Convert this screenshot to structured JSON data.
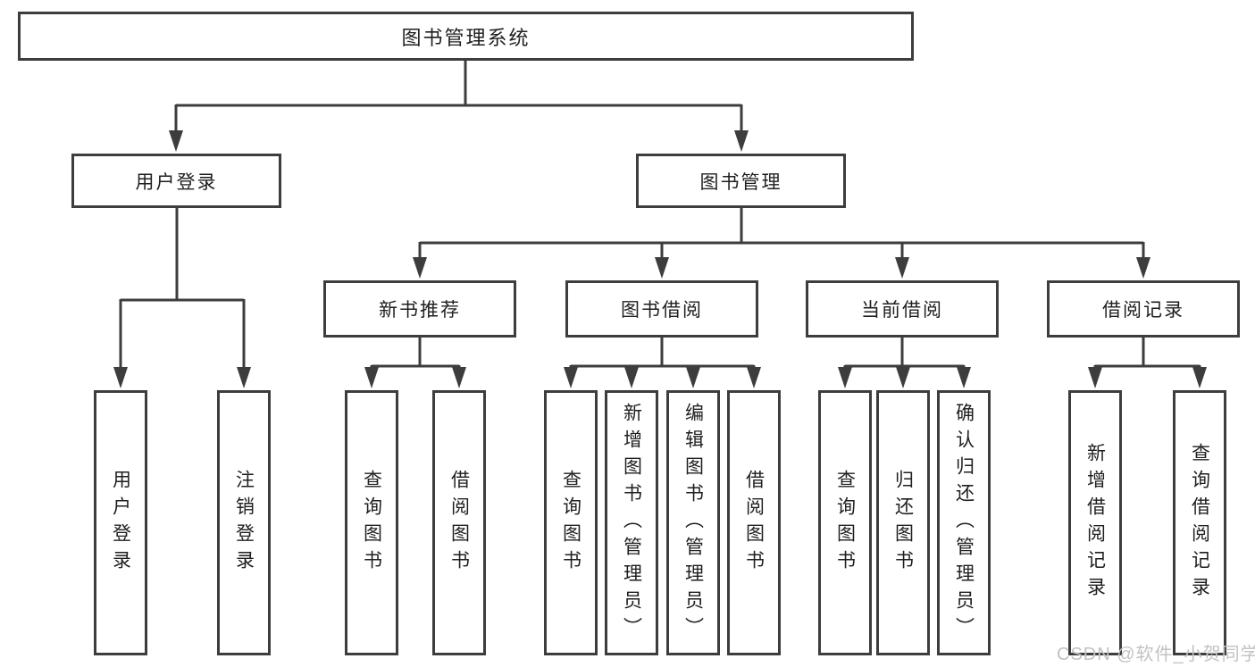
{
  "diagram_type": "hierarchy-tree",
  "colors": {
    "background": "#ffffff",
    "line": "#3d3d3d",
    "box_border": "#3d3d3d",
    "box_fill": "#ffffff",
    "text": "#1f1f1f",
    "watermark_text": "#c2c2c2"
  },
  "tree": {
    "root": {
      "label": "图书管理系统"
    },
    "branches": [
      {
        "label": "用户登录",
        "children": [
          {
            "label": "用户登录"
          },
          {
            "label": "注销登录"
          }
        ]
      },
      {
        "label": "图书管理",
        "children": [
          {
            "label": "新书推荐",
            "children": [
              {
                "label": "查询图书"
              },
              {
                "label": "借阅图书"
              }
            ]
          },
          {
            "label": "图书借阅",
            "children": [
              {
                "label": "查询图书"
              },
              {
                "label": "新增图书（管理员）"
              },
              {
                "label": "编辑图书（管理员）"
              },
              {
                "label": "借阅图书"
              }
            ]
          },
          {
            "label": "当前借阅",
            "children": [
              {
                "label": "查询图书"
              },
              {
                "label": "归还图书"
              },
              {
                "label": "确认归还（管理员）"
              }
            ]
          },
          {
            "label": "借阅记录",
            "children": [
              {
                "label": "新增借阅记录"
              },
              {
                "label": "查询借阅记录"
              }
            ]
          }
        ]
      }
    ]
  },
  "watermark": {
    "text": "CSDN @软件_小贺同学"
  }
}
